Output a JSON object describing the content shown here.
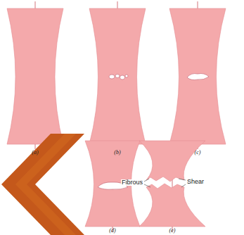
{
  "diagram": {
    "labels": [
      "(a)",
      "(b)",
      "(c)",
      "(d)",
      "(e)",
      "Fibrous",
      "Shear"
    ]
  }
}
